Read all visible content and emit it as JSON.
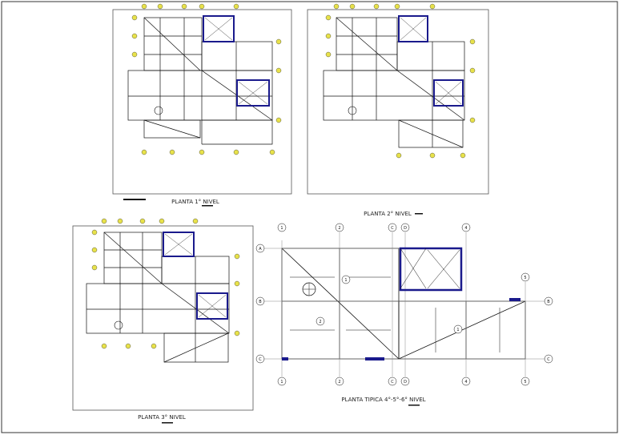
{
  "captions": {
    "plan1": "PLANTA 1° NIVEL",
    "plan2": "PLANTA 2° NIVEL",
    "plan3": "PLANTA 3° NIVEL",
    "plan4": "PLANTA TIPICA 4°-5°-6° NIVEL"
  },
  "grid_labels": {
    "columns": [
      "1",
      "2",
      "C",
      "D",
      "4",
      "5"
    ],
    "rows": [
      "A",
      "B",
      "C"
    ]
  },
  "span_labels": [
    "1",
    "2"
  ],
  "colors": {
    "line": "#111111",
    "accent_blue": "#1a1a8c",
    "grid_green": "#2e8b57",
    "bubble_fill": "#e8e24a",
    "dimension": "#00a0b0"
  }
}
